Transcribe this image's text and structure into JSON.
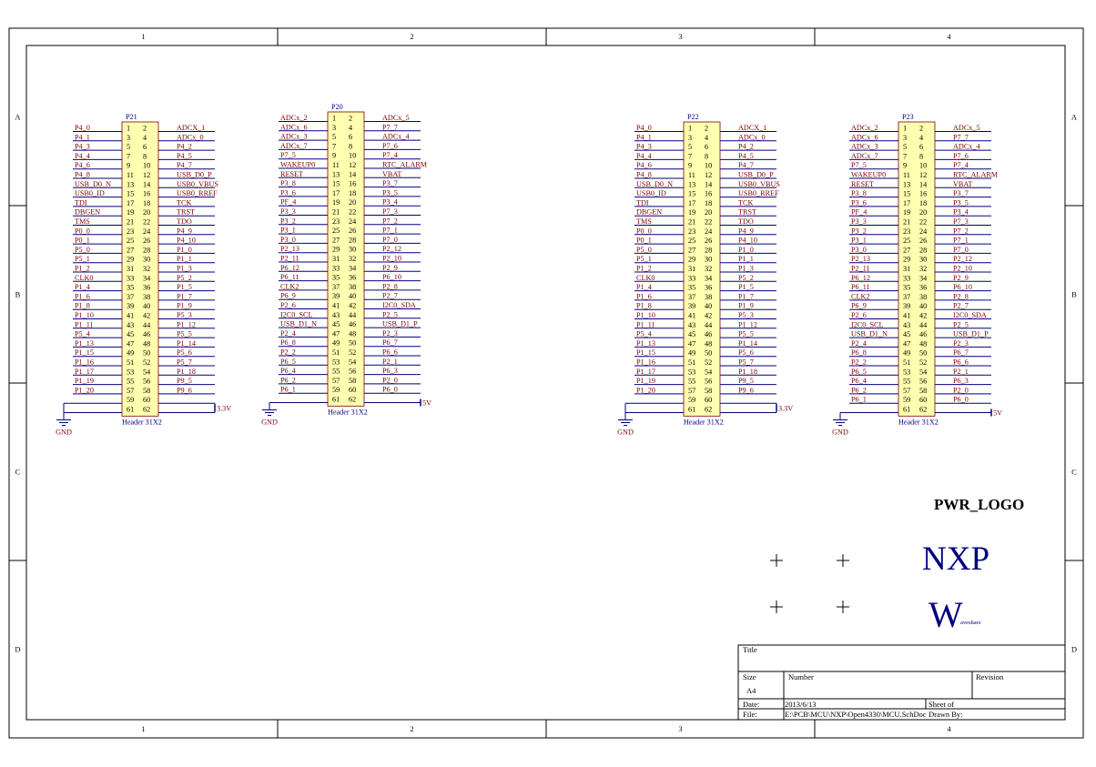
{
  "zones": {
    "columns": [
      "1",
      "2",
      "3",
      "4"
    ],
    "rows": [
      "A",
      "B",
      "C",
      "D"
    ]
  },
  "headers": [
    {
      "ref": "P21",
      "type": "Header 31X2",
      "pins_left": [
        "1",
        "3",
        "5",
        "7",
        "9",
        "11",
        "13",
        "15",
        "17",
        "19",
        "21",
        "23",
        "25",
        "27",
        "29",
        "31",
        "33",
        "35",
        "37",
        "39",
        "41",
        "43",
        "45",
        "47",
        "49",
        "51",
        "53",
        "55",
        "57",
        "59",
        "61"
      ],
      "pins_right": [
        "2",
        "4",
        "6",
        "8",
        "10",
        "12",
        "14",
        "16",
        "18",
        "20",
        "22",
        "24",
        "26",
        "28",
        "30",
        "32",
        "34",
        "36",
        "38",
        "40",
        "42",
        "44",
        "46",
        "48",
        "50",
        "52",
        "54",
        "56",
        "58",
        "60",
        "62"
      ],
      "left": [
        "P4_0",
        "P4_1",
        "P4_3",
        "P4_4",
        "P4_6",
        "P4_8",
        "USB_D0_N",
        "USB0_ID",
        "TDI",
        "DBGEN",
        "TMS",
        "P0_0",
        "P0_1",
        "P5_0",
        "P5_1",
        "P1_2",
        "CLK0",
        "P1_4",
        "P1_6",
        "P1_8",
        "P1_10",
        "P1_11",
        "P5_4",
        "P1_13",
        "P1_15",
        "P1_16",
        "P1_17",
        "P1_19",
        "P1_20",
        "",
        ""
      ],
      "right": [
        "ADCX_1",
        "ADCx_0",
        "P4_2",
        "P4_5",
        "P4_7",
        "USB_D0_P",
        "USB0_VBUS",
        "USB0_RREF",
        "TCK",
        "TRST",
        "TDO",
        "P4_9",
        "P4_10",
        "P1_0",
        "P1_1",
        "P1_3",
        "P5_2",
        "P1_5",
        "P1_7",
        "P1_9",
        "P5_3",
        "P1_12",
        "P5_5",
        "P1_14",
        "P5_6",
        "P5_7",
        "P1_18",
        "P9_5",
        "P9_6",
        "",
        ""
      ],
      "power_left": "GND",
      "power_right": "3.3V"
    },
    {
      "ref": "P20",
      "type": "Header 31X2",
      "pins_left": [
        "1",
        "3",
        "5",
        "7",
        "9",
        "11",
        "13",
        "15",
        "17",
        "19",
        "21",
        "23",
        "25",
        "27",
        "29",
        "31",
        "33",
        "35",
        "37",
        "39",
        "41",
        "43",
        "45",
        "47",
        "49",
        "51",
        "53",
        "55",
        "57",
        "59",
        "61"
      ],
      "pins_right": [
        "2",
        "4",
        "6",
        "8",
        "10",
        "12",
        "14",
        "16",
        "18",
        "20",
        "22",
        "24",
        "26",
        "28",
        "30",
        "32",
        "34",
        "36",
        "38",
        "40",
        "42",
        "44",
        "46",
        "48",
        "50",
        "52",
        "54",
        "56",
        "58",
        "60",
        "62"
      ],
      "left": [
        "ADCx_2",
        "ADCx_6",
        "ADCx_3",
        "ADCx_7",
        "P7_5",
        "WAKEUP0",
        "RESET",
        "P3_8",
        "P3_6",
        "PF_4",
        "P3_3",
        "P3_2",
        "P3_1",
        "P3_0",
        "P2_13",
        "P2_11",
        "P6_12",
        "P6_11",
        "CLK2",
        "P6_9",
        "P2_6",
        "I2C0_SCL",
        "USB_D1_N",
        "P2_4",
        "P6_8",
        "P2_2",
        "P6_5",
        "P6_4",
        "P6_2",
        "P6_1",
        ""
      ],
      "right": [
        "ADCx_5",
        "P7_7",
        "ADCx_4",
        "P7_6",
        "P7_4",
        "RTC_ALARM",
        "VBAT",
        "P3_7",
        "P3_5",
        "P3_4",
        "P7_3",
        "P7_2",
        "P7_1",
        "P7_0",
        "P2_12",
        "P2_10",
        "P2_9",
        "P6_10",
        "P2_8",
        "P2_7",
        "I2C0_SDA",
        "P2_5",
        "USB_D1_P",
        "P2_3",
        "P6_7",
        "P6_6",
        "P2_1",
        "P6_3",
        "P2_0",
        "P6_0",
        ""
      ],
      "power_left": "GND",
      "power_right": "5V"
    },
    {
      "ref": "P22",
      "type": "Header 31X2",
      "pins_left": [
        "1",
        "3",
        "5",
        "7",
        "9",
        "11",
        "13",
        "15",
        "17",
        "19",
        "21",
        "23",
        "25",
        "27",
        "29",
        "31",
        "33",
        "35",
        "37",
        "39",
        "41",
        "43",
        "45",
        "47",
        "49",
        "51",
        "53",
        "55",
        "57",
        "59",
        "61"
      ],
      "pins_right": [
        "2",
        "4",
        "6",
        "8",
        "10",
        "12",
        "14",
        "16",
        "18",
        "20",
        "22",
        "24",
        "26",
        "28",
        "30",
        "32",
        "34",
        "36",
        "38",
        "40",
        "42",
        "44",
        "46",
        "48",
        "50",
        "52",
        "54",
        "56",
        "58",
        "60",
        "62"
      ],
      "left": [
        "P4_0",
        "P4_1",
        "P4_3",
        "P4_4",
        "P4_6",
        "P4_8",
        "USB_D0_N",
        "USB0_ID",
        "TDI",
        "DBGEN",
        "TMS",
        "P0_0",
        "P0_1",
        "P5_0",
        "P5_1",
        "P1_2",
        "CLK0",
        "P1_4",
        "P1_6",
        "P1_8",
        "P1_10",
        "P1_11",
        "P5_4",
        "P1_13",
        "P1_15",
        "P1_16",
        "P1_17",
        "P1_19",
        "P1_20",
        "",
        ""
      ],
      "right": [
        "ADCX_1",
        "ADCx_0",
        "P4_2",
        "P4_5",
        "P4_7",
        "USB_D0_P",
        "USB0_VBUS",
        "USB0_RREF",
        "TCK",
        "TRST",
        "TDO",
        "P4_9",
        "P4_10",
        "P1_0",
        "P1_1",
        "P1_3",
        "P5_2",
        "P1_5",
        "P1_7",
        "P1_9",
        "P5_3",
        "P1_12",
        "P5_5",
        "P1_14",
        "P5_6",
        "P5_7",
        "P1_18",
        "P9_5",
        "P9_6",
        "",
        ""
      ],
      "power_left": "GND",
      "power_right": "3.3V"
    },
    {
      "ref": "P23",
      "type": "Header 31X2",
      "pins_left": [
        "1",
        "3",
        "5",
        "7",
        "9",
        "11",
        "13",
        "15",
        "17",
        "19",
        "21",
        "23",
        "25",
        "27",
        "29",
        "31",
        "33",
        "35",
        "37",
        "39",
        "41",
        "43",
        "45",
        "47",
        "49",
        "51",
        "53",
        "55",
        "57",
        "59",
        "61"
      ],
      "pins_right": [
        "2",
        "4",
        "6",
        "8",
        "10",
        "12",
        "14",
        "16",
        "18",
        "20",
        "22",
        "24",
        "26",
        "28",
        "30",
        "32",
        "34",
        "36",
        "38",
        "40",
        "42",
        "44",
        "46",
        "48",
        "50",
        "52",
        "54",
        "56",
        "58",
        "60",
        "62"
      ],
      "left": [
        "ADCx_2",
        "ADCx_6",
        "ADCx_3",
        "ADCx_7",
        "P7_5",
        "WAKEUP0",
        "RESET",
        "P3_8",
        "P3_6",
        "PF_4",
        "P3_3",
        "P3_2",
        "P3_1",
        "P3_0",
        "P2_13",
        "P2_11",
        "P6_12",
        "P6_11",
        "CLK2",
        "P6_9",
        "P2_6",
        "I2C0_SCL",
        "USB_D1_N",
        "P2_4",
        "P6_8",
        "P2_2",
        "P6_5",
        "P6_4",
        "P6_2",
        "P6_1",
        ""
      ],
      "right": [
        "ADCx_5",
        "P7_7",
        "ADCx_4",
        "P7_6",
        "P7_4",
        "RTC_ALARM",
        "VBAT",
        "P3_7",
        "P3_5",
        "P3_4",
        "P7_3",
        "P7_2",
        "P7_1",
        "P7_0",
        "P2_12",
        "P2_10",
        "P2_9",
        "P6_10",
        "P2_8",
        "P2_7",
        "I2C0_SDA",
        "P2_5",
        "USB_D1_P",
        "P2_3",
        "P6_7",
        "P6_6",
        "P2_1",
        "P6_3",
        "P2_0",
        "P6_0",
        ""
      ],
      "power_left": "GND",
      "power_right": "5V"
    }
  ],
  "logo": {
    "title": "PWR_LOGO",
    "nxp": "NXP",
    "w": "W",
    "ws": "aveshare"
  },
  "title_block": {
    "title_label": "Title",
    "size_label": "Size",
    "size_value": "A4",
    "number_label": "Number",
    "revision_label": "Revision",
    "date_label": "Date:",
    "date_value": "2013/6/13",
    "sheet_label": "Sheet    of",
    "file_label": "File:",
    "file_value": "E:\\PCB\\MCU\\NXP\\Open4330\\MCU.SchDoc",
    "drawn_label": "Drawn By:"
  },
  "colors": {
    "border": "#000000",
    "wire": "#000080",
    "body": "#FFFFB0",
    "label": "#800000",
    "ref": "#000080"
  }
}
